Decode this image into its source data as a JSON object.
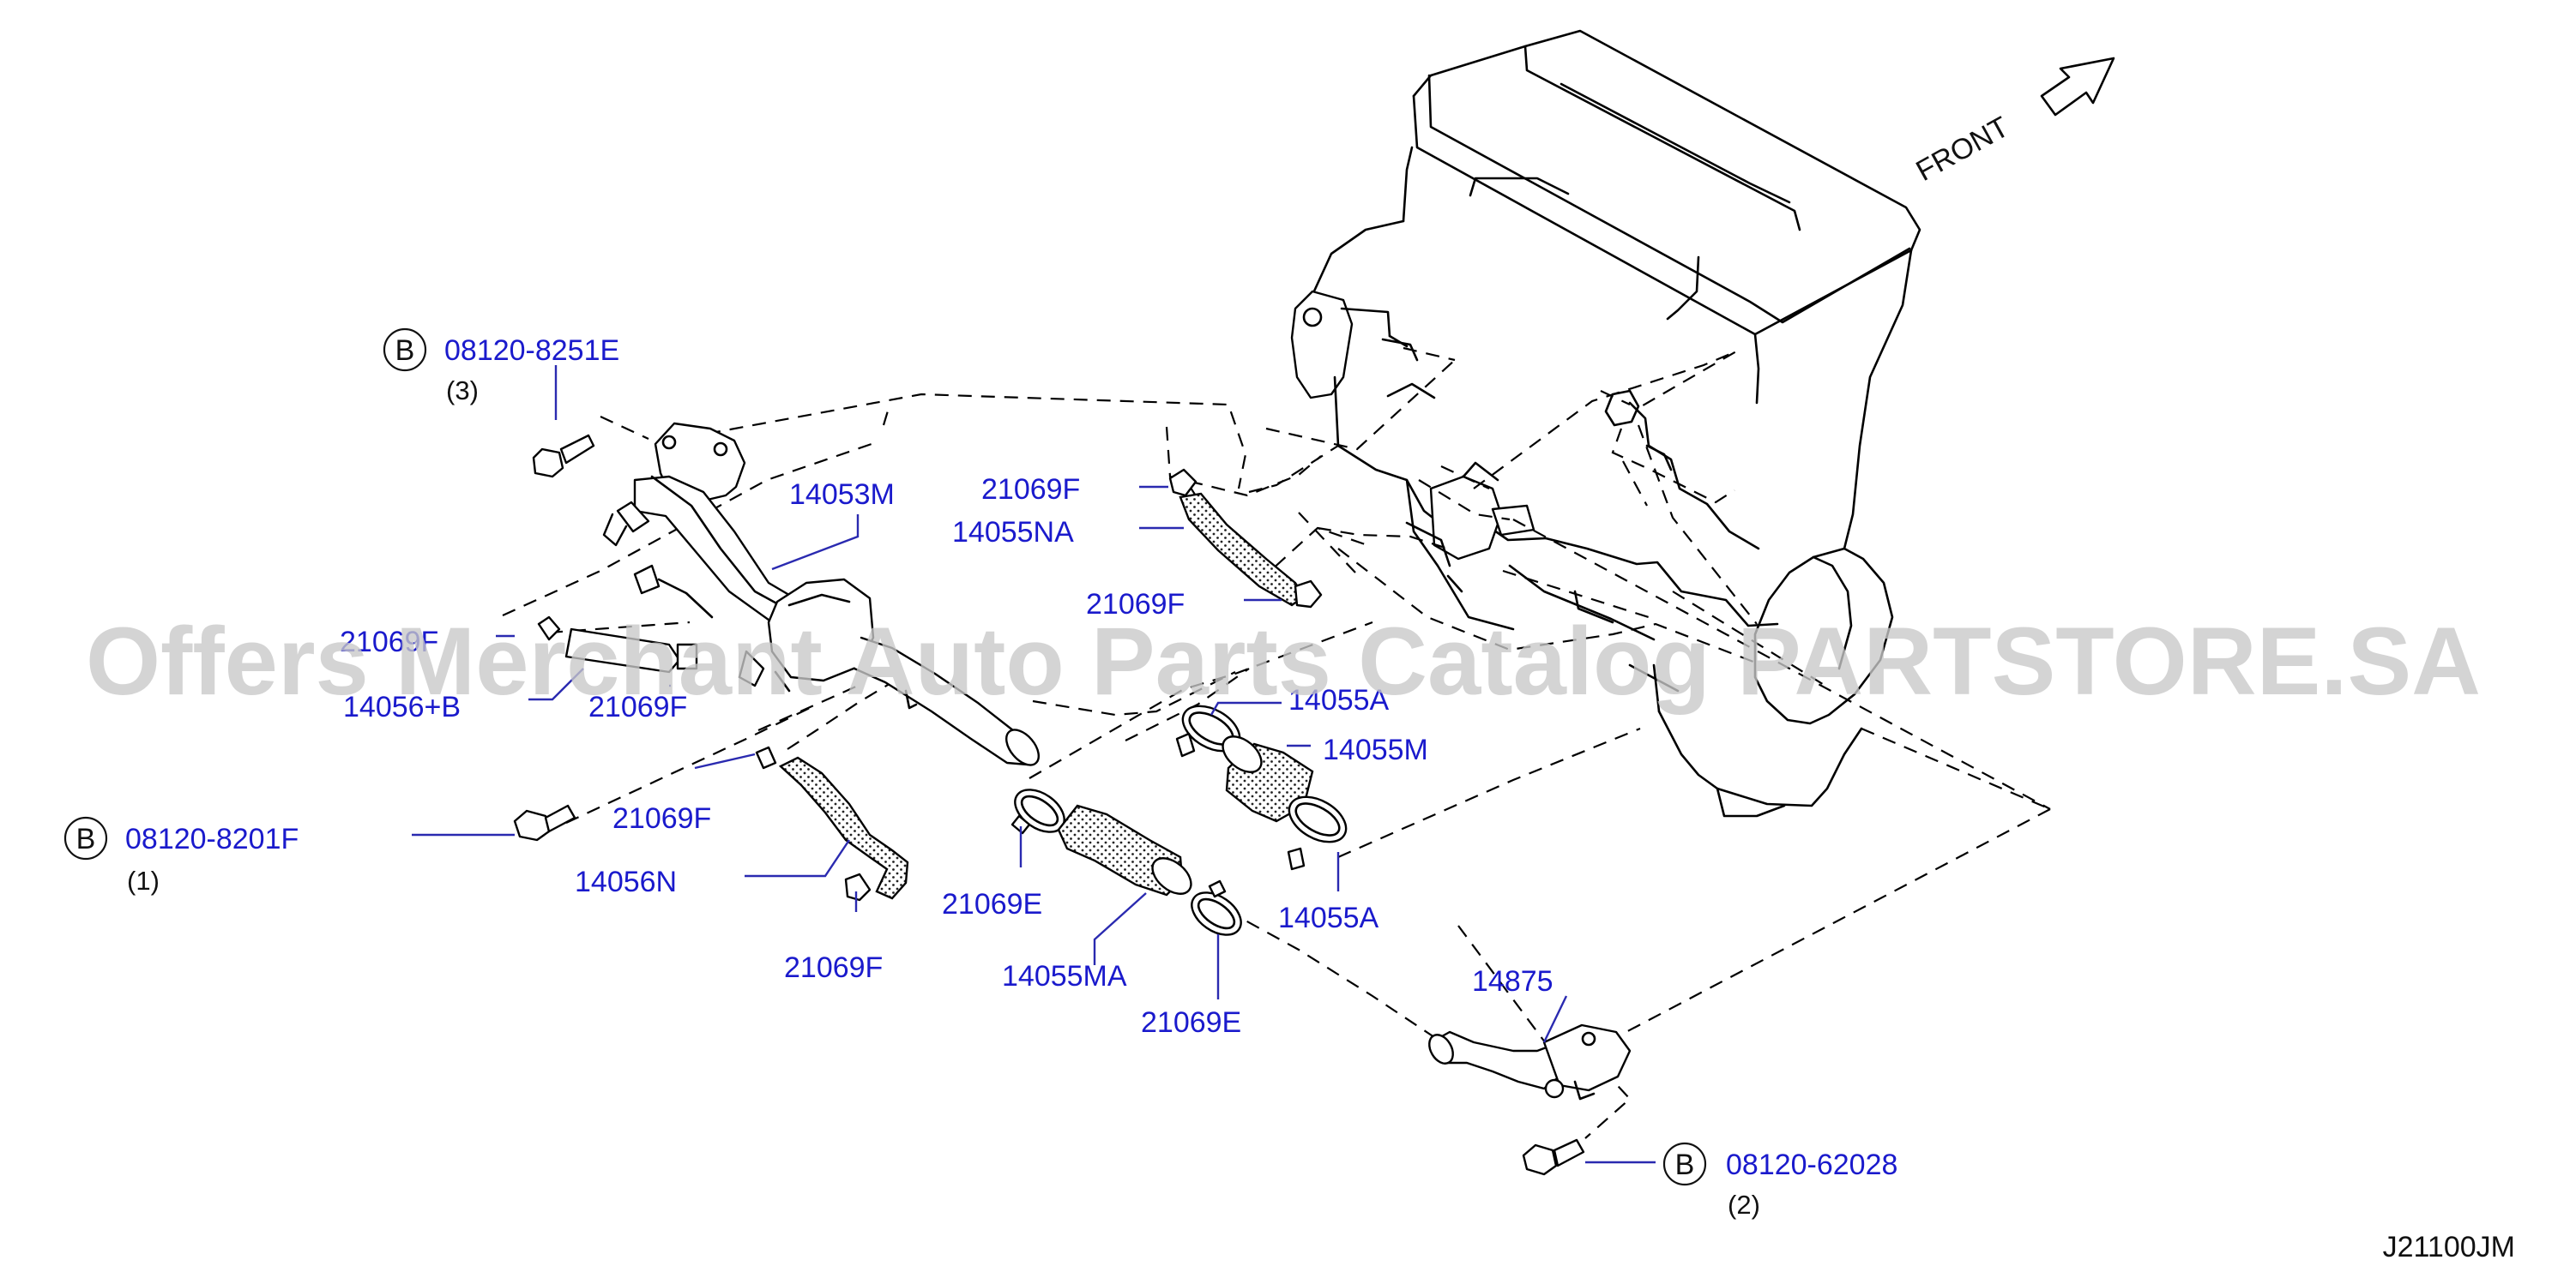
{
  "watermark": "Offers Merchant Auto Parts Catalog PARTSTORE.SA",
  "diagram_code": "J21100JM",
  "front_label": "FRONT",
  "bolt_marker": "B",
  "colors": {
    "label": "#1a1acc",
    "leader": "#2a2ab0",
    "line": "#000000",
    "watermark": "#c9c9c9"
  },
  "callouts": {
    "bolt_08120_8251E": {
      "part": "08120-8251E",
      "qty": "(3)"
    },
    "bolt_08120_8201F": {
      "part": "08120-8201F",
      "qty": "(1)"
    },
    "bolt_08120_62028": {
      "part": "08120-62028",
      "qty": "(2)"
    },
    "p14053M": "14053M",
    "p21069F_a": "21069F",
    "p14055NA": "14055NA",
    "p21069F_b": "21069F",
    "p21069F_c": "21069F",
    "p14056B": "14056+B",
    "p21069F_d": "21069F",
    "p21069F_e": "21069F",
    "p14056N": "14056N",
    "p21069F_f": "21069F",
    "p21069E_a": "21069E",
    "p14055MA": "14055MA",
    "p21069E_b": "21069E",
    "p14055A_a": "14055A",
    "p14055M": "14055M",
    "p14055A_b": "14055A",
    "p14875": "14875"
  }
}
